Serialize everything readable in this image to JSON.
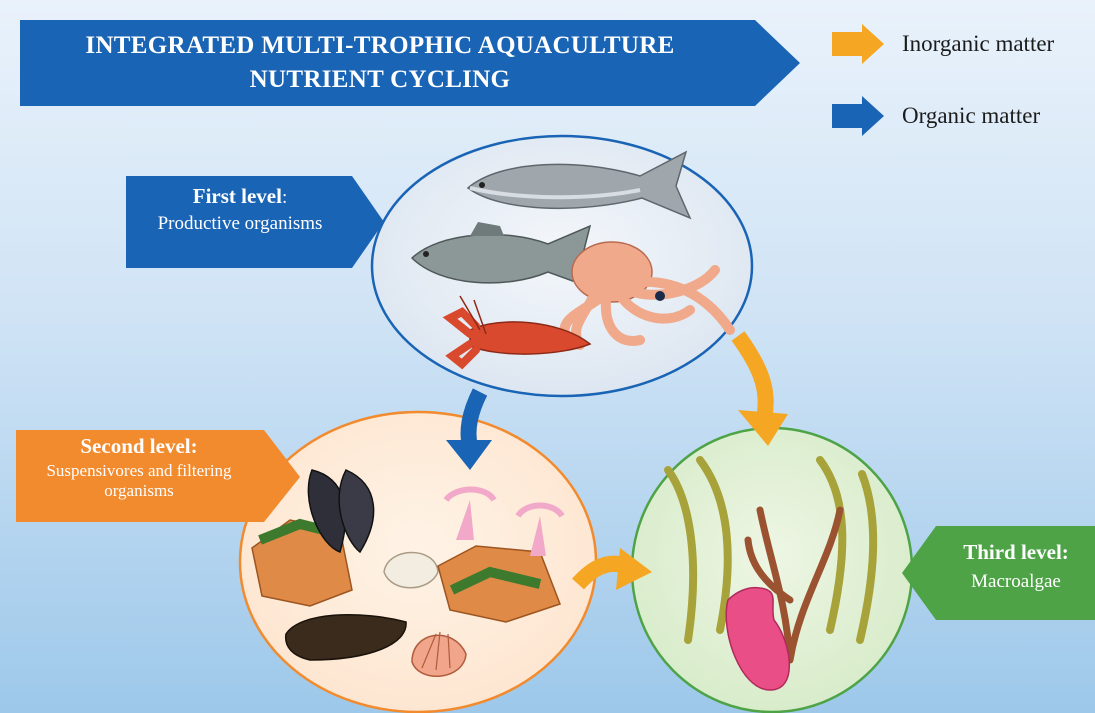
{
  "title": {
    "line1": "INTEGRATED MULTI-TROPHIC AQUACULTURE",
    "line2": "NUTRIENT CYCLING"
  },
  "legend": {
    "inorganic": {
      "label": "Inorganic matter",
      "color": "#f5a623",
      "icon": "orange-arrow-icon"
    },
    "organic": {
      "label": "Organic matter",
      "color": "#1a64b5",
      "icon": "blue-arrow-icon"
    }
  },
  "levels": {
    "first": {
      "title": "First level",
      "suffix": ":",
      "subtitle": "Productive organisms",
      "color": "#1a64b5"
    },
    "second": {
      "title": "Second level:",
      "subtitle_line1": "Suspensivores and filtering",
      "subtitle_line2": "organisms",
      "color": "#f28a2e"
    },
    "third": {
      "title": "Third level:",
      "subtitle": "Macroalgae",
      "color": "#4ea346"
    }
  },
  "colors": {
    "banner": "#1a64b5",
    "inorganic": "#f5a623",
    "organic": "#1a64b5"
  }
}
